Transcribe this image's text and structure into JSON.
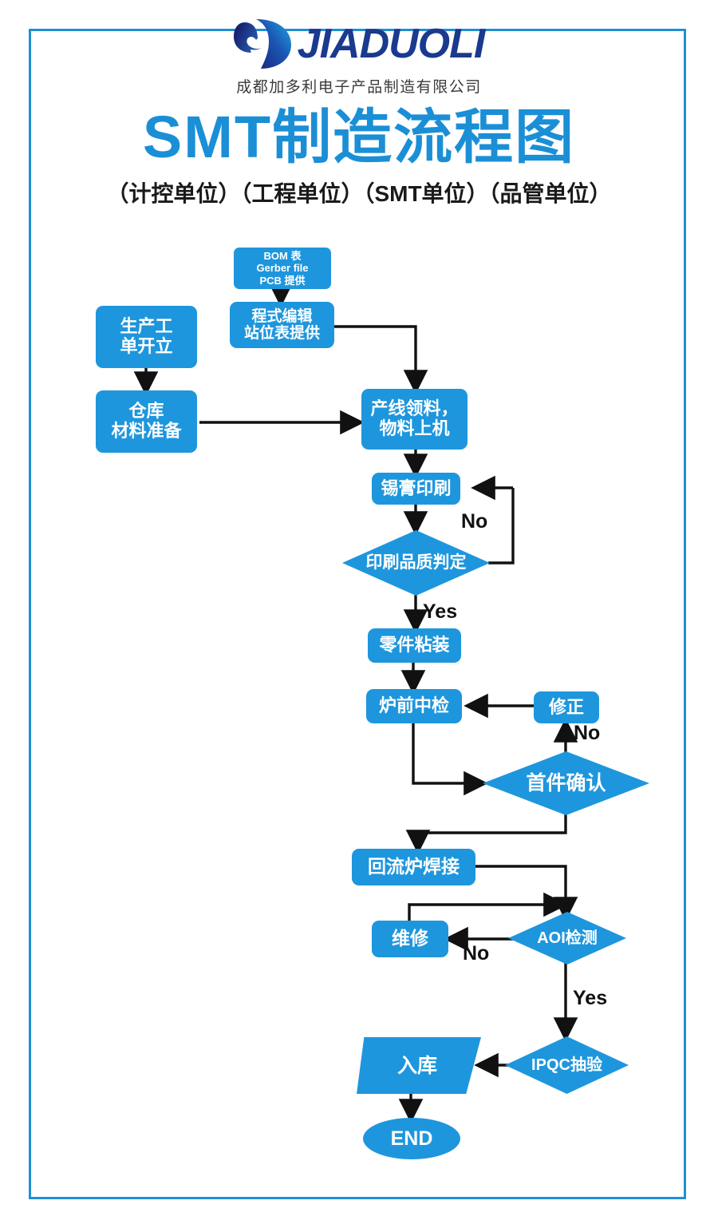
{
  "header": {
    "logo_word": "JIADUOLI",
    "logo_mark": "jiaduoli-swoosh-logo",
    "company_name": "成都加多利电子产品制造有限公司",
    "main_title": "SMT制造流程图",
    "sub_title": "（计控单位）（工程单位）（SMT单位）（品管单位）"
  },
  "colors": {
    "node_blue": "#1e96dd",
    "title_blue": "#1b8fd6",
    "frame_blue": "#1f8fd6",
    "logo_navy": "#1a3a8f",
    "text_dark": "#1a1a1a",
    "arrow_black": "#111111"
  },
  "chart_data": {
    "type": "flowchart",
    "title": "SMT制造流程图",
    "nodes": [
      {
        "id": "bom",
        "label": "BOM 表\nGerber file\nPCB 提供",
        "shape": "rounded-rect"
      },
      {
        "id": "program",
        "label": "程式编辑\n站位表提供",
        "shape": "rounded-rect"
      },
      {
        "id": "workorder",
        "label": "生产工\n单开立",
        "shape": "rounded-rect"
      },
      {
        "id": "warehouse",
        "label": "仓库\n材料准备",
        "shape": "rounded-rect"
      },
      {
        "id": "pickup",
        "label": "产线领料，\n物料上机",
        "shape": "rounded-rect"
      },
      {
        "id": "printing",
        "label": "锡膏印刷",
        "shape": "rounded-rect"
      },
      {
        "id": "printqc",
        "label": "印刷品质判定",
        "shape": "diamond"
      },
      {
        "id": "mount",
        "label": "零件粘装",
        "shape": "rounded-rect"
      },
      {
        "id": "precheck",
        "label": "炉前中检",
        "shape": "rounded-rect"
      },
      {
        "id": "fix",
        "label": "修正",
        "shape": "rounded-rect"
      },
      {
        "id": "firstpiece",
        "label": "首件确认",
        "shape": "diamond"
      },
      {
        "id": "reflow",
        "label": "回流炉焊接",
        "shape": "rounded-rect"
      },
      {
        "id": "repair",
        "label": "维修",
        "shape": "rounded-rect"
      },
      {
        "id": "aoi",
        "label": "AOI检测",
        "shape": "diamond"
      },
      {
        "id": "ipqc",
        "label": "IPQC抽验",
        "shape": "diamond"
      },
      {
        "id": "stockin",
        "label": "入库",
        "shape": "trapezoid"
      },
      {
        "id": "end",
        "label": "END",
        "shape": "ellipse"
      }
    ],
    "edges": [
      {
        "from": "bom",
        "to": "program",
        "label": ""
      },
      {
        "from": "program",
        "to": "pickup",
        "label": ""
      },
      {
        "from": "workorder",
        "to": "warehouse",
        "label": ""
      },
      {
        "from": "warehouse",
        "to": "pickup",
        "label": ""
      },
      {
        "from": "pickup",
        "to": "printing",
        "label": ""
      },
      {
        "from": "printing",
        "to": "printqc",
        "label": ""
      },
      {
        "from": "printqc",
        "to": "printing",
        "label": "No"
      },
      {
        "from": "printqc",
        "to": "mount",
        "label": "Yes"
      },
      {
        "from": "mount",
        "to": "precheck",
        "label": ""
      },
      {
        "from": "precheck",
        "to": "firstpiece",
        "label": ""
      },
      {
        "from": "firstpiece",
        "to": "fix",
        "label": "No"
      },
      {
        "from": "fix",
        "to": "precheck",
        "label": ""
      },
      {
        "from": "firstpiece",
        "to": "reflow",
        "label": ""
      },
      {
        "from": "reflow",
        "to": "aoi",
        "label": ""
      },
      {
        "from": "aoi",
        "to": "repair",
        "label": "No"
      },
      {
        "from": "repair",
        "to": "aoi",
        "label": ""
      },
      {
        "from": "aoi",
        "to": "ipqc",
        "label": "Yes"
      },
      {
        "from": "ipqc",
        "to": "stockin",
        "label": ""
      },
      {
        "from": "stockin",
        "to": "end",
        "label": ""
      }
    ],
    "edge_labels": [
      {
        "id": "no-print",
        "text": "No"
      },
      {
        "id": "yes-print",
        "text": "Yes"
      },
      {
        "id": "no-first",
        "text": "No"
      },
      {
        "id": "no-aoi",
        "text": "No"
      },
      {
        "id": "yes-aoi",
        "text": "Yes"
      }
    ]
  }
}
